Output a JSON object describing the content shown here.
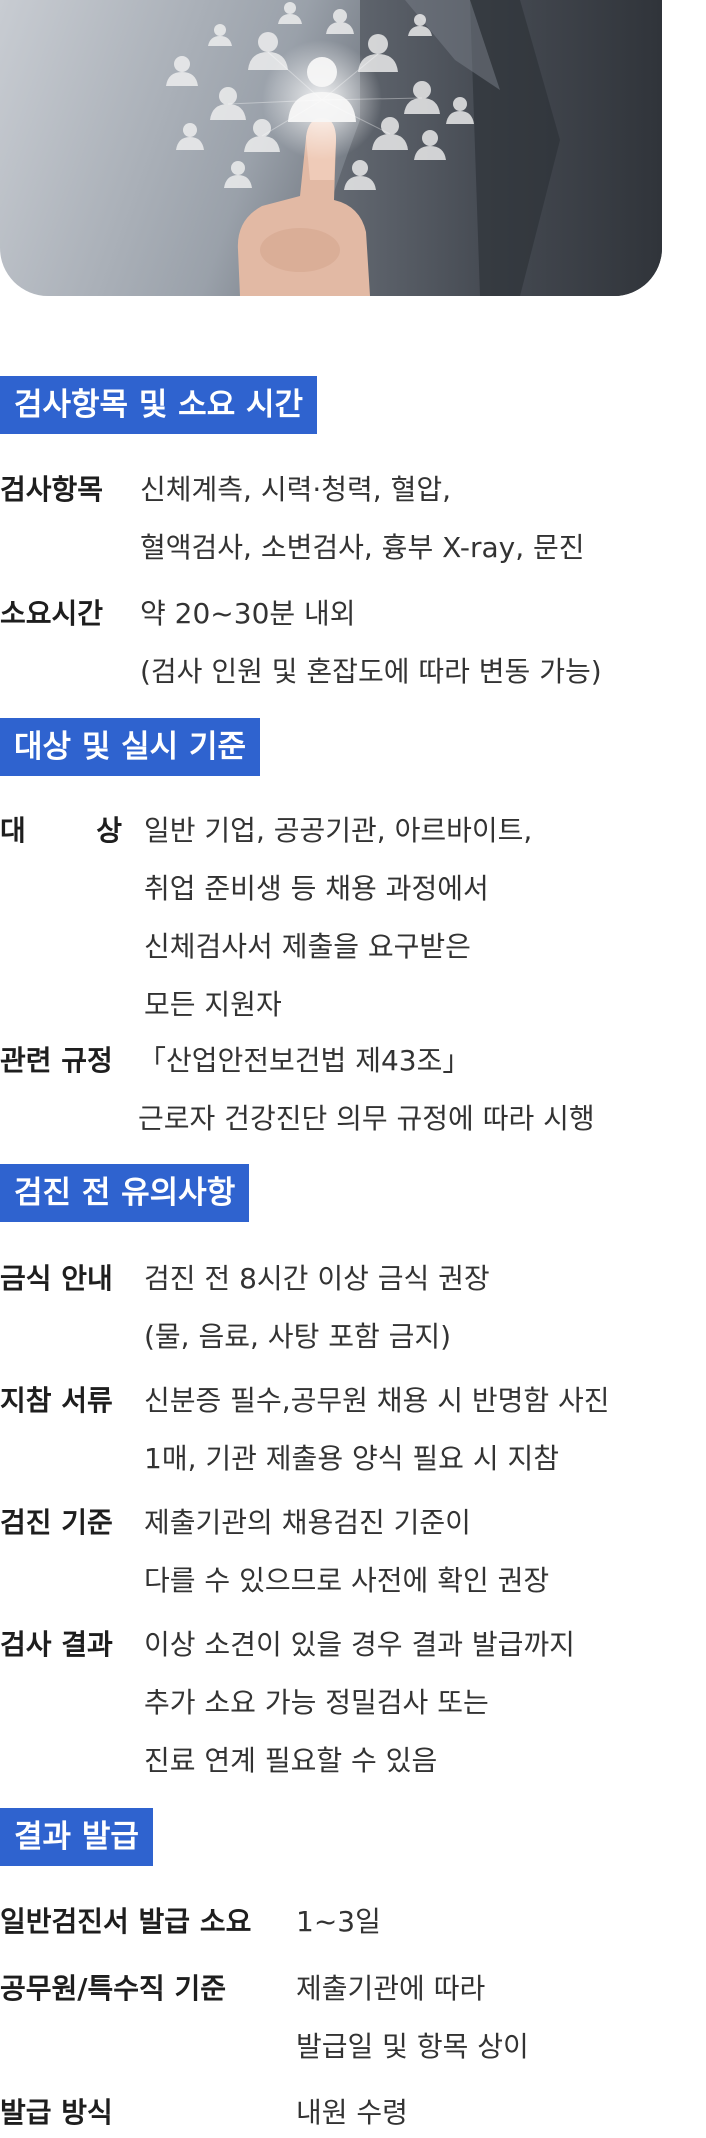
{
  "hero": {
    "icon": "touch-people-network-image"
  },
  "sections": [
    {
      "title": "검사항목 및 소요 시간",
      "rows": [
        {
          "label": "검사항목",
          "lines": [
            "신체계측, 시력·청력, 혈압,",
            "혈액검사, 소변검사, 흉부 X-ray, 문진"
          ]
        },
        {
          "label": "소요시간",
          "lines": [
            "약 20~30분 내외",
            "(검사 인원 및 혼잡도에 따라 변동 가능)"
          ]
        }
      ]
    },
    {
      "title": "대상 및 실시 기준",
      "rows": [
        {
          "label_a": "대",
          "label_b": "상",
          "lines": [
            "일반 기업, 공공기관, 아르바이트,",
            "취업 준비생 등 채용 과정에서",
            "신체검사서 제출을 요구받은",
            "모든 지원자"
          ]
        },
        {
          "label": "관련 규정",
          "lines": [
            "「산업안전보건법 제43조」",
            "근로자 건강진단 의무 규정에 따라 시행"
          ]
        }
      ]
    },
    {
      "title": "검진 전 유의사항",
      "rows": [
        {
          "label": "금식 안내",
          "lines": [
            "검진 전 8시간 이상 금식 권장",
            "(물, 음료, 사탕 포함 금지)"
          ]
        },
        {
          "label": "지참 서류",
          "lines": [
            "신분증 필수,공무원 채용 시 반명함 사진",
            "1매, 기관 제출용 양식 필요 시 지참"
          ]
        },
        {
          "label": "검진 기준",
          "lines": [
            "제출기관의 채용검진 기준이",
            "다를 수 있으므로 사전에 확인 권장"
          ]
        },
        {
          "label": "검사 결과",
          "lines": [
            "이상 소견이 있을 경우 결과 발급까지",
            "추가 소요 가능 정밀검사 또는",
            "진료 연계 필요할 수 있음"
          ]
        }
      ]
    },
    {
      "title": "결과 발급",
      "rows": [
        {
          "label": "일반검진서 발급 소요",
          "lines": [
            "1~3일"
          ]
        },
        {
          "label": "공무원/특수직 기준",
          "lines": [
            "제출기관에 따라",
            "발급일 및 항목 상이"
          ]
        },
        {
          "label": "발급 방식",
          "lines": [
            "내원 수령"
          ]
        }
      ]
    }
  ]
}
